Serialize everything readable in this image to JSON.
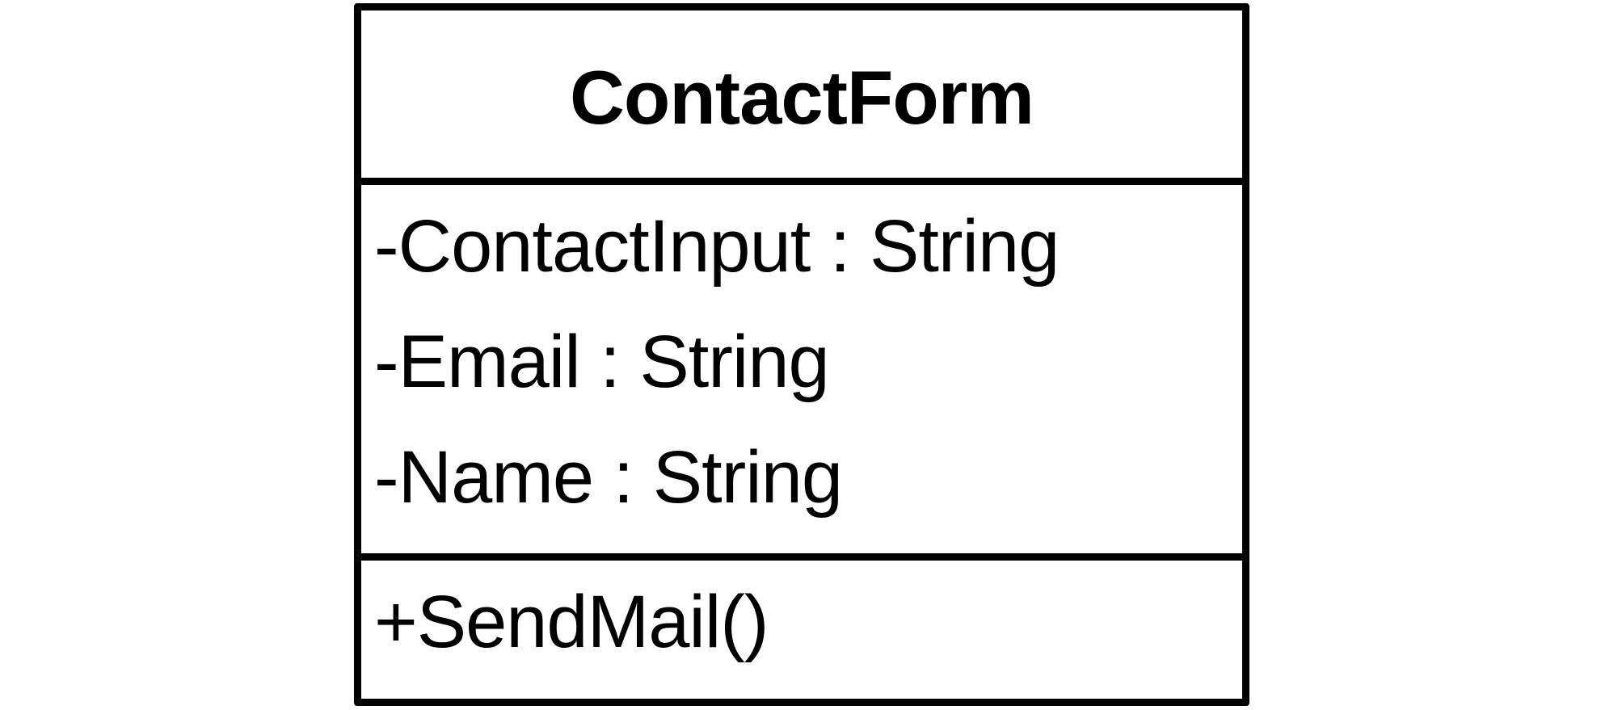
{
  "uml_class": {
    "name": "ContactForm",
    "attributes": [
      "-ContactInput : String",
      "-Email : String",
      "-Name : String"
    ],
    "methods": [
      "+SendMail()"
    ]
  }
}
